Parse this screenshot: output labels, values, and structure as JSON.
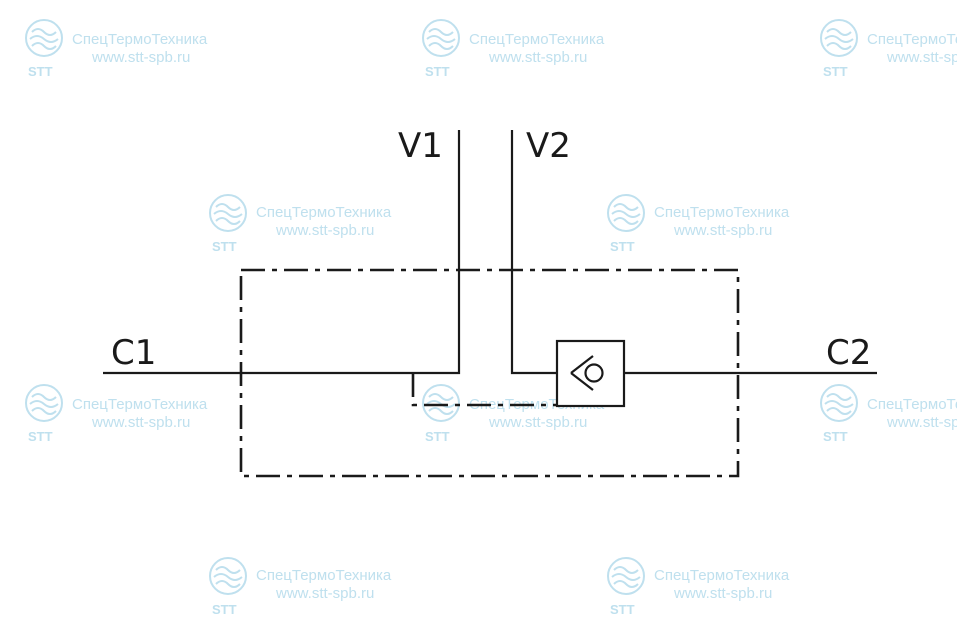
{
  "watermark": {
    "company": "СпецТермоТехника",
    "site": "www.stt-spb.ru",
    "abbr": "STT",
    "color": "#bfe0ee"
  },
  "ports": {
    "v1": "V1",
    "v2": "V2",
    "c1": "C1",
    "c2": "C2"
  },
  "colors": {
    "line": "#1a1a1a"
  }
}
